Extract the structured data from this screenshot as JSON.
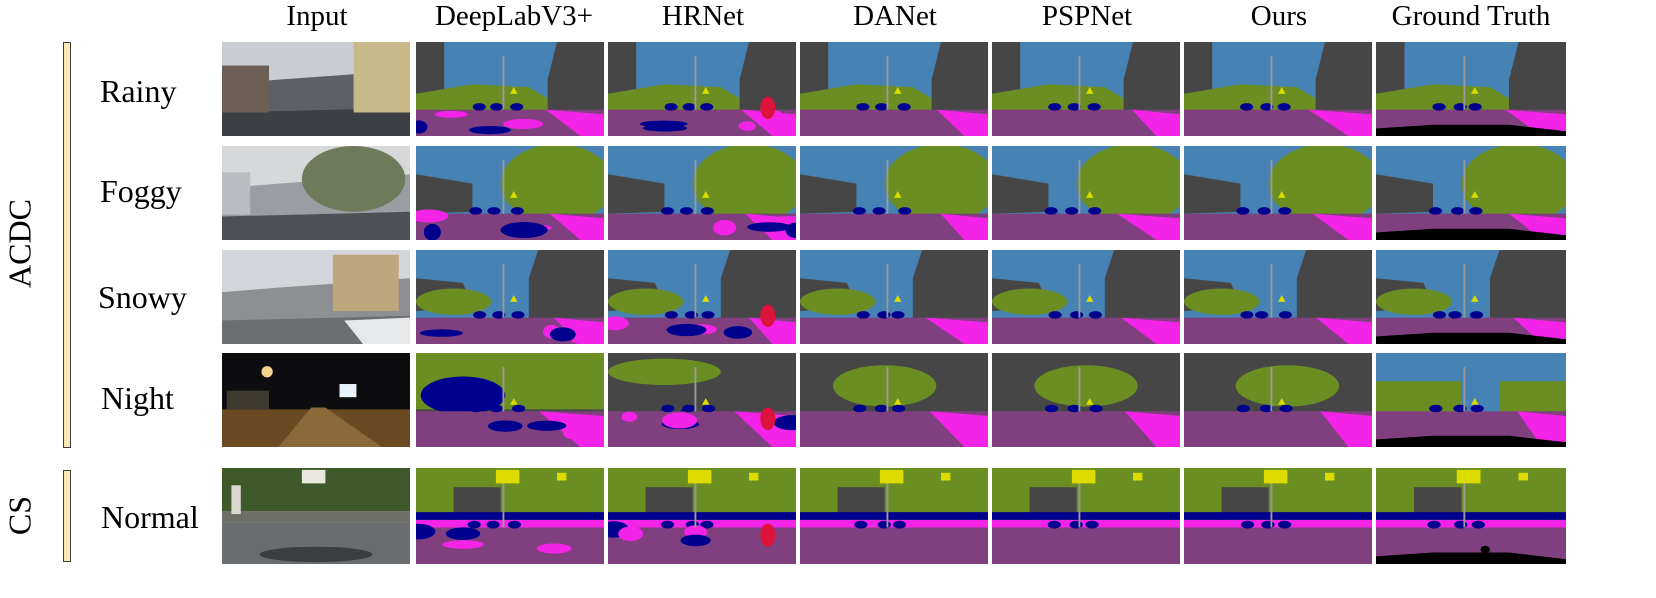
{
  "columns": [
    "Input",
    "DeepLabV3+",
    "HRNet",
    "DANet",
    "PSPNet",
    "Ours",
    "Ground Truth"
  ],
  "groups": [
    {
      "label": "ACDC",
      "rows": [
        "Rainy",
        "Foggy",
        "Snowy",
        "Night"
      ]
    },
    {
      "label": "CS",
      "rows": [
        "Normal"
      ]
    }
  ],
  "palette": {
    "sky": "#4682b4",
    "building": "#464646",
    "vegetation": "#6b8e23",
    "road": "#80407f",
    "sidewalk": "#f423e8",
    "car": "#00008e",
    "traffic_sign": "#dcdc00",
    "pole": "#999999",
    "person": "#dc143c",
    "void": "#000000"
  }
}
